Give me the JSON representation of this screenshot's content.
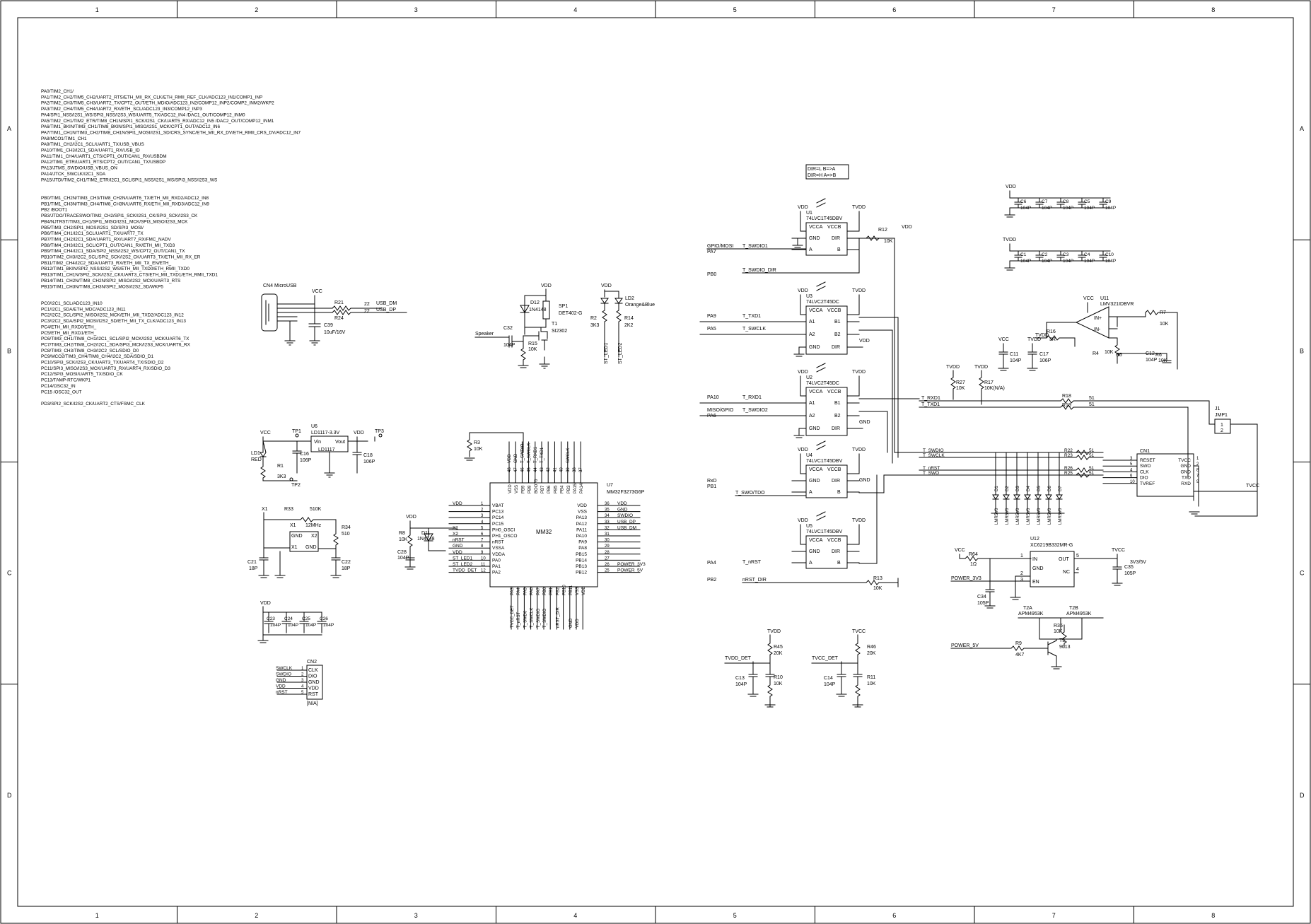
{
  "frame": {
    "columns": [
      "1",
      "2",
      "3",
      "4",
      "5",
      "6",
      "7",
      "8"
    ],
    "rows": [
      "A",
      "B",
      "C",
      "D"
    ]
  },
  "pin_notes": {
    "porta": [
      "PA0/TIM2_CH1/",
      "PA1/TIM2_CH2/TIM5_CH2/UART2_RTS/ETH_MII_RX_CLK/ETH_RMII_REF_CLK/ADC123_IN1/COMP1_INP",
      "PA2/TIM2_CH3/TIM5_CH3/UART2_TX/CPT2_OUT/ETH_MDIO/ADC123_IN2/COMP12_INP2/COMP2_INM2/WKP2",
      "PA3/TIM2_CH4/TIM5_CH4/UART2_RX/ETH_SCL/ADC123_IN3/COMP12_INP3",
      "PA4/SPI1_NSS/I2S1_WS/SPI3_NSS/I2S3_WS/UART5_TX/ADC12_IN4 /DAC1_OUT/COMP12_INM0",
      "PA5/TIM2_CH1/TIM2_ETR/TIM8_CH1N/SPI1_SCK/I2S1_CK/UART5_RX/ADC12_IN5 /DAC2_OUT/COMP12_INM1",
      "PA6/TIM1_BKIN/TIM3_CH1/TIM8_BKIN/SPI1_MISO/I2S1_MCK/CPT1_OUT/ADC12_IN6",
      "PA7/TIM1_CH1N/TIM3_CH2/TIM8_CH1N/SPI1_MOSI/I2S1_SD/CRS_SYNC/ETH_MII_RX_DV/ETH_RMII_CRS_DV/ADC12_IN7",
      "PA8/MCO1/TIM1_CH1",
      "PA9/TIM1_CH2/I2C1_SCL/UART1_TX/USB_VBUS",
      "PA10/TIM1_CH3/I2C1_SDA/UART1_RX/USB_ID",
      "PA11/TIM1_CH4/UART1_CTS/CPT1_OUT/CAN1_RX/USBDM",
      "PA12/TIM1_ETR/UART1_RTS/CPT2_OUT/CAN1_TX/USBDP",
      "PA13/JTMS_SWDIO/USB_VBUS_ON",
      "PA14/JTCK_SWCLK/I2C1_SDA",
      "PA15/JTDI/TIM2_CH1/TIM2_ETR/I2C1_SCL/SPI1_NSS/I2S1_WS/SPI3_NSS/I2S3_WS"
    ],
    "portb": [
      "PB0/TIM1_CH2N/TIM3_CH3/TIM8_CH2N/UART6_TX/ETH_MII_RXD2/ADC12_IN8",
      "PB1/TIM1_CH3N/TIM3_CH4/TIM8_CH3N/UART6_RX/ETH_MII_RXD3/ADC12_IN9",
      "PB2 /BOOT1",
      "PB3/JTDO/TRACESWO/TIM2_CH2/SPI1_SCK/I2S1_CK/SPI3_SCK/I2S3_CK",
      "PB4/NJTRST/TIM3_CH1/SPI1_MISO/I2S1_MCK/SPI3_MISO/I2S3_MCK",
      "PB5/TIM3_CH2/SPI1_MOSI/I2S1_SD/SPI3_MOSI/",
      "PB6/TIM4_CH1/I2C1_SCL/UART1_TX/UART7_TX",
      "PB7/TIM4_CH2/I2C1_SDA/UART1_RX/UART7_RX/FMC_NADV",
      "PB8/TIM4_CH3/I2C1_SCL/CPT1_OUT/CAN1_RX/ETH_MII_TXD3",
      "PB9/TIM4_CH4/I2C1_SDA/SPI2_NSS/I2S2_WS/CPT2_OUT/CAN1_TX",
      "PB10/TIM2_CH3/I2C2_SCL/SPI2_SCK/I2S2_CK/UART3_TX/ETH_MII_RX_ER",
      "PB11/TIM2_CH4/I2C2_SDA/UART3_RX/ETH_MII_TX_EN/ETH_",
      "PB12/TIM1_BKIN/SPI2_NSS/I2S2_WS/ETH_MII_TXD0/ETH_RMII_TXD0",
      "PB13/TIM1_CH1N/SPI2_SCK/I2S2_CK/UART3_CTS/ETH_MII_TXD1/ETH_RMII_TXD1",
      "PB14/TIM1_CH2N/TIM8_CH2N/SPI2_MISO/I2S2_MCK/UART3_RTS",
      "PB15/TIM1_CH3N/TIM8_CH3N/SPI2_MOSI/I2S2_SD/WKP5"
    ],
    "portc": [
      "PC0/I2C1_SCL/ADC123_IN10",
      "PC1/I2C1_SDA/ETH_MDC/ADC123_IN11",
      "PC2/I2C2_SCL/SPI2_MISO/I2S2_MCK/ETH_MII_TXD2/ADC123_IN12",
      "PC3/I2C2_SDA/SPI2_MOSI/I2S2_SD/ETH_MII_TX_CLK/ADC123_IN13",
      "PC4/ETH_MII_RXD0/ETH_",
      "PC5/ETH_MII_RXD1/ETH_",
      "PC6/TIM3_CH1/TIM8_CH1/I2C1_SCL/SPI2_MCK/I2S2_MCK/UART6_TX",
      "PC7/TIM3_CH2/TIM8_CH2/I2C1_SDA/SPI3_MCK/I2S3_MCK/UART6_RX",
      "PC8/TIM3_CH3/TIM8_CH3/I2C2_SCL/SDIO_D0",
      "PC9/MCO2/TIM3_CH4/TIM8_CH4/I2C2_SDA/SDIO_D1",
      "PC10/SPI3_SCK/I2S3_CK/UART3_TX/UART4_TX/SDIO_D2",
      "PC11/SPI3_MISO/I2S3_MCK/UART3_RX/UART4_RX/SDIO_D3",
      "PC12/SPI3_MOSI/UART5_TX/SDIO_CK",
      "PC13/TAMP-RTC/WKP1",
      "PC14/OSC32_IN",
      "PC15 /OSC32_OUT"
    ],
    "portd": "PD3/SPI2_SCK/I2S2_CK/UART2_CTS/FSMC_CLK"
  },
  "usb": {
    "conn": "CN4 MicroUSB",
    "vcc": "VCC",
    "r21": "R21",
    "r24": "R24",
    "r21v": "22",
    "r24v": "22",
    "dm": "USB_DM",
    "dp": "USB_DP",
    "c39": "C39",
    "c39v": "10uF/16V"
  },
  "buzzer": {
    "vdd": "VDD",
    "d12": "D12",
    "d12v": "1N4148",
    "sp1": "SP1",
    "sp1v": "DET402-G",
    "speaker": "Speaker",
    "c32": "C32",
    "c32v": "104P",
    "t1": "T1",
    "t1v": "SI2302",
    "r15": "R15",
    "r15v": "10K"
  },
  "leds": {
    "vdd": "VDD",
    "ld2": "LD2",
    "ld2v": "Orange&Blue",
    "r2": "R2",
    "r2v": "3K3",
    "r14": "R14",
    "r14v": "2K2",
    "net1": "ST_LED1",
    "net2": "ST_LED2"
  },
  "ldo": {
    "vcc": "VCC",
    "tp1": "TP1",
    "u6": "U6",
    "u6v": "LD1117-3.3V",
    "vin": "Vin",
    "vout": "Vout",
    "part": "LD1117",
    "vdd": "VDD",
    "tp3": "TP3",
    "c16": "C16",
    "c16v": "106P",
    "c18": "C18",
    "c18v": "106P",
    "ld1": "LD1",
    "ld1v": "RED",
    "r1": "R1",
    "r1v": "3K3",
    "tp2": "TP2"
  },
  "crystal": {
    "x1": "X1",
    "r33": "R33",
    "r33v": "510K",
    "x1b": "X1",
    "x1v": "12MHz",
    "gnd1": "GND",
    "x2": "X2",
    "gnd2": "GND",
    "x1pin": "X1",
    "r34": "R34",
    "r34v": "510",
    "c21": "C21",
    "c21v": "18P",
    "c22": "C22",
    "c22v": "18P"
  },
  "decoup_vdd": {
    "vdd": "VDD",
    "caps": [
      {
        "ref": "C23",
        "val": "104P"
      },
      {
        "ref": "C24",
        "val": "104P"
      },
      {
        "ref": "C25",
        "val": "104P"
      },
      {
        "ref": "C26",
        "val": "104P"
      }
    ]
  },
  "cn2": {
    "ref": "CN2",
    "nets": [
      "SWCLK",
      "SWDIO",
      "GND",
      "VDD",
      "nRST"
    ],
    "pins": [
      "CLK",
      "DIO",
      "GND",
      "VDD",
      "RST"
    ],
    "nums": [
      "1",
      "2",
      "3",
      "4",
      "5"
    ],
    "footer": "[N/A]"
  },
  "mcu": {
    "ref": "U7",
    "part": "MM32F3273G6P",
    "name": "MM32",
    "r3": "R3",
    "r3v": "10K",
    "vdd": "VDD",
    "r8": "R8",
    "r8v": "10K",
    "d11": "D11",
    "d11v": "1N4148",
    "c28": "C28",
    "c28v": "104P",
    "left_nets": [
      "VDD",
      "",
      "",
      "",
      "X1",
      "X2",
      "nRST",
      "GND",
      "VDD",
      "ST_LED1",
      "ST_LED2",
      "TVDD_DET"
    ],
    "left_pins": [
      "VBAT",
      "PC13",
      "PC14",
      "PC15",
      "PH0_OSCI",
      "PH1_OSCO",
      "nRST",
      "VSSA",
      "VDDA",
      "PA0",
      "PA1",
      "PA2"
    ],
    "left_nums": [
      "1",
      "2",
      "3",
      "4",
      "5",
      "6",
      "7",
      "8",
      "9",
      "10",
      "11",
      "12"
    ],
    "right_nets": [
      "VDD",
      "GND",
      "SWDIO",
      "USB_DP",
      "USB_DM",
      "",
      "",
      "",
      "",
      "",
      "POWER_3V3",
      "POWER_5V"
    ],
    "right_pins": [
      "VDD",
      "VSS",
      "PA13",
      "PA12",
      "PA11",
      "PA10",
      "PA9",
      "PA8",
      "PB15",
      "PB14",
      "PB13",
      "PB12"
    ],
    "right_nums": [
      "36",
      "35",
      "34",
      "33",
      "32",
      "31",
      "30",
      "29",
      "28",
      "27",
      "26",
      "25"
    ],
    "top_nets": [
      "VDD",
      "GND",
      "T_SWDIO",
      "T_SWCLK",
      "T_RXD1",
      "T_TXD1",
      "",
      "",
      "",
      "SWCLK"
    ],
    "top_pins": [
      "VDD",
      "VSS",
      "PB9",
      "PB8",
      "BOOT0",
      "PB7",
      "PB6",
      "PB5",
      "PB4",
      "PB3",
      "PA15",
      "PA14"
    ],
    "top_nums": [
      "48",
      "47",
      "46",
      "45",
      "44",
      "43",
      "42",
      "41",
      "40",
      "39",
      "38",
      "37"
    ],
    "bottom_nets": [
      "TVCC_DET",
      "T_nRST",
      "T_SWD0",
      "T_SWCLK",
      "T_SWDIO",
      "T_SWDIO",
      "",
      "nRST_DIR",
      "",
      "GND",
      "VDD"
    ],
    "bottom_pins": [
      "PA3",
      "PA4",
      "PA5",
      "PA6",
      "PA7",
      "PB0",
      "PB1",
      "PB2",
      "PB10",
      "PB11",
      "VSS",
      "VDD"
    ]
  },
  "level_shift": {
    "truth": [
      "DIR=L  B=>A",
      "DIR=H  A=>B"
    ],
    "u1": {
      "ref": "U1",
      "part": "74LVC1T45DBV",
      "vdd": "VDD",
      "tvdd": "TVDD",
      "r12": "R12",
      "r12v": "10K",
      "vdd2": "VDD",
      "net_in1": "GPIO/MOSI",
      "net_in2": "PA7",
      "sig": "T_SWDIO1",
      "pb": "PB0",
      "dir": "T_SWDIO_DIR"
    },
    "u3": {
      "ref": "U3",
      "part": "74LVC2T45DC",
      "vdd": "VDD",
      "tvdd": "TVDD",
      "in1": "PA9",
      "sig1": "T_TXD1",
      "in2": "PA5",
      "sig2": "T_SWCLK",
      "vdd2": "VDD"
    },
    "u2": {
      "ref": "U2",
      "part": "74LVC2T45DC",
      "vdd": "VDD",
      "tvdd": "TVDD",
      "in1": "PA10",
      "sig1": "T_RXD1",
      "in2a": "MISO/GPIO",
      "in2b": "PA6",
      "sig2": "T_SWDIO2",
      "gnd": "GND"
    },
    "u4": {
      "ref": "U4",
      "part": "74LVC1T45DBV",
      "vdd": "VDD",
      "tvdd": "TVDD",
      "in1": "RxD",
      "in2": "PB1",
      "sig": "T_SWO/TDO",
      "gnd": "GND"
    },
    "u5": {
      "ref": "U5",
      "part": "74LVC1T45DBV",
      "vdd": "VDD",
      "tvdd": "TVDD",
      "in1": "PA4",
      "sig": "T_nRST",
      "in2": "PB2",
      "dir": "nRST_DIR",
      "r13": "R13",
      "r13v": "10K"
    },
    "pin_labels": {
      "vcca": "VCCA",
      "vccb": "VCCB",
      "gnd": "GND",
      "dir": "DIR",
      "a": "A",
      "b": "B",
      "a1": "A1",
      "a2": "A2",
      "b1": "B1",
      "b2": "B2"
    }
  },
  "dets": {
    "tvdd": "TVDD",
    "r45": "R45",
    "r45v": "20K",
    "tvdd_det": "TVDD_DET",
    "c13": "C13",
    "c13v": "104P",
    "r10": "R10",
    "r10v": "10K",
    "tvcc": "TVCC",
    "r46": "R46",
    "r46v": "20K",
    "tvcc_det": "TVCC_DET",
    "c14": "C14",
    "c14v": "104P",
    "r11": "R11",
    "r11v": "10K"
  },
  "caps_tvdd": {
    "vdd": "VDD",
    "row1": [
      {
        "ref": "C6",
        "val": "104P"
      },
      {
        "ref": "C7",
        "val": "104P"
      },
      {
        "ref": "C8",
        "val": "104P"
      },
      {
        "ref": "C5",
        "val": "104P"
      },
      {
        "ref": "C9",
        "val": "104P"
      }
    ],
    "tvdd": "TVDD",
    "row2": [
      {
        "ref": "C1",
        "val": "104P"
      },
      {
        "ref": "C2",
        "val": "104P"
      },
      {
        "ref": "C3",
        "val": "104P"
      },
      {
        "ref": "C4",
        "val": "104P"
      },
      {
        "ref": "C10",
        "val": "104P"
      }
    ]
  },
  "opamp": {
    "vcc": "VCC",
    "ref": "U11",
    "part": "LMV321IDBVR",
    "inp": "IN+",
    "inn": "IN-",
    "r7": "R7",
    "r7v": "10K",
    "r16": "R16",
    "r16v": "3R",
    "tvdd": "TVDD",
    "r4": "R4",
    "r5": "R5",
    "r5v": "10K",
    "c12": "C12",
    "c12v": "104P",
    "r6": "R6",
    "r6v": "10K",
    "c11": "C11",
    "c11v": "104P",
    "c17": "C17",
    "c17v": "106P",
    "vcc2": "VCC",
    "tvdd2": "TVDD"
  },
  "uart_out": {
    "tvdd": "TVDD",
    "r27": "R27",
    "r27v": "10K",
    "r17": "R17",
    "r17v": "10K(N/A)",
    "rxd": "T_RXD1",
    "txd": "T_TXD1",
    "r18": "R18",
    "r18v": "51",
    "r19": "R19",
    "r19v": "51",
    "j1": "J1",
    "j1v": "JMP1",
    "j1p1": "1",
    "j1p2": "2"
  },
  "swd_out": {
    "nets": [
      "T_SWDIO",
      "T_SWCLK",
      "T_nRST",
      "T_SWO"
    ],
    "res": [
      {
        "ref": "R22",
        "val": "51"
      },
      {
        "ref": "R23",
        "val": "51"
      },
      {
        "ref": "R26",
        "val": "51"
      },
      {
        "ref": "R25",
        "val": "51"
      }
    ],
    "diodes": [
      "D1",
      "D2",
      "D3",
      "D4",
      "D5",
      "D6",
      "D7"
    ],
    "diode_vals": [
      "LMR5V0",
      "LMR5V0",
      "LMR5V0",
      "LMR5V0",
      "LMR5V0",
      "LMR5V0",
      "LMR5V0"
    ],
    "cn1": "CN1",
    "cn1_left": [
      "RESET",
      "SWO",
      "CLK",
      "DIO",
      "TVREF"
    ],
    "cn1_right": [
      "TVCC",
      "GND",
      "GND",
      "TXD",
      "RXD"
    ],
    "cn1_lnums": [
      "3",
      "5",
      "4",
      "6",
      "10"
    ],
    "cn1_rnums": [
      "1",
      "2",
      "8",
      "7",
      "9"
    ],
    "tvcc": "TVCC"
  },
  "power": {
    "vcc": "VCC",
    "r64": "R64",
    "r64v": "1Ω",
    "u12": "U12",
    "u12v": "XC6219B332MR-G",
    "in": "IN",
    "out": "OUT",
    "gnd": "GND",
    "nc": "NC",
    "en": "EN",
    "p1": "1",
    "p2": "2",
    "p3": "3",
    "p4": "4",
    "p5": "5",
    "tvcc": "TVCC",
    "sel": "3V3/5V",
    "c35": "C35",
    "c35v": "105P",
    "pwr3v3": "POWER_3V3",
    "c34": "C34",
    "c34v": "105P",
    "t2a": "T2A",
    "t2av": "APM4953K",
    "t2b": "T2B",
    "t2bv": "APM4953K",
    "r35": "R35",
    "r35v": "10K",
    "pwr5v": "POWER_5V",
    "r9": "R9",
    "r9v": "4K7",
    "t3": "T3",
    "t3v": "9013"
  }
}
